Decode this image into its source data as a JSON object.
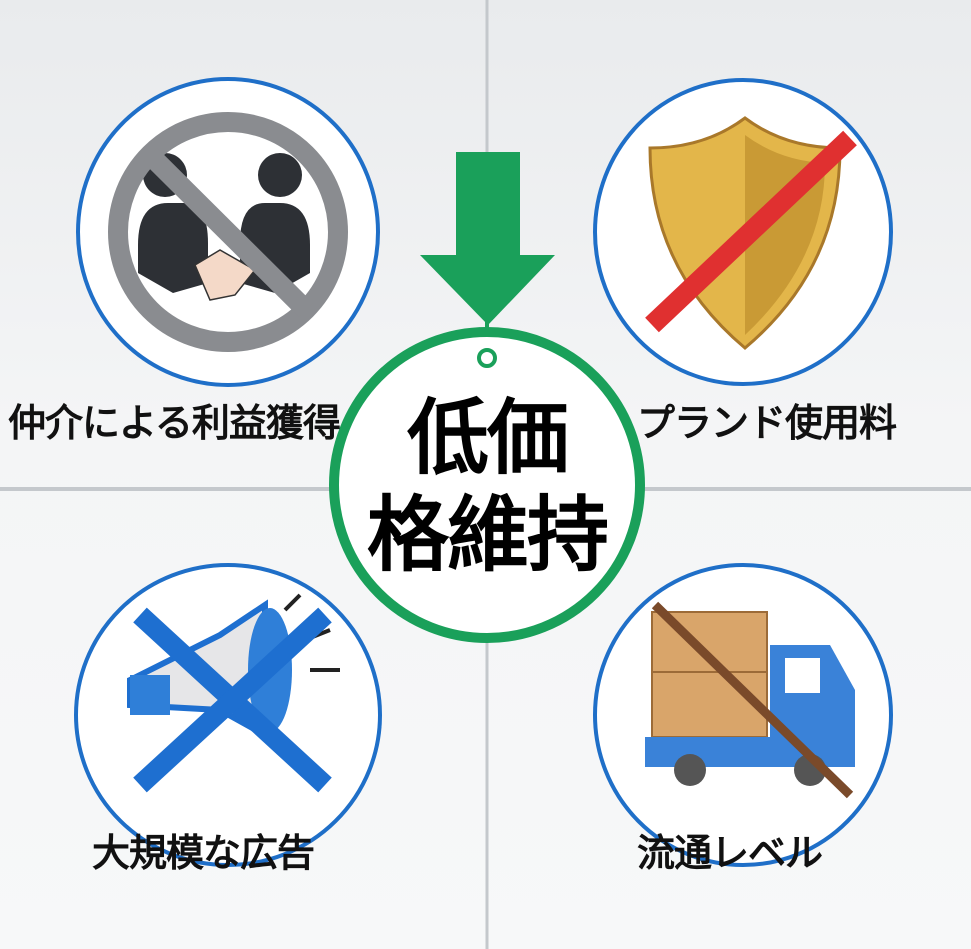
{
  "center": {
    "line1": "低価",
    "line2": "格維持",
    "color": "#1aa05a"
  },
  "items": [
    {
      "label": "仲介による利益獲得",
      "icon": "no-handshake-icon",
      "cross_color": "#8a8c90"
    },
    {
      "label": "プランド使用料",
      "icon": "crossed-shield-icon",
      "cross_color": "#e03030"
    },
    {
      "label": "大規模な広告",
      "icon": "crossed-megaphone-icon",
      "cross_color": "#1e6fd0"
    },
    {
      "label": "流通レベル",
      "icon": "crossed-truck-icon",
      "cross_color": "#7a4a2a"
    }
  ],
  "colors": {
    "circle_border": "#1f6fc8",
    "arrow": "#1aa05a"
  }
}
